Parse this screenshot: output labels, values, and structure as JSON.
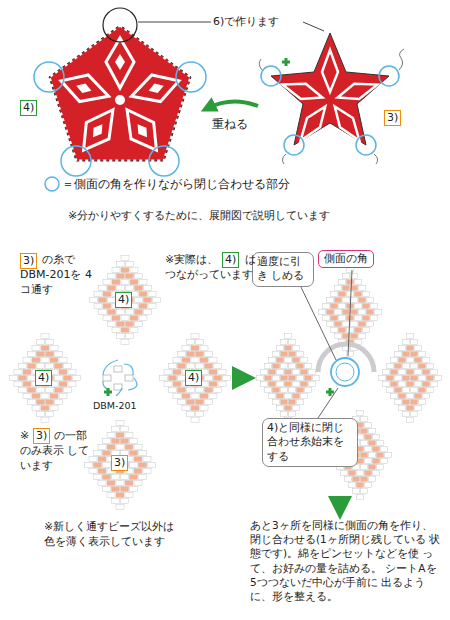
{
  "diagram": {
    "nodes": [
      {
        "text": [
          "4)"
        ]
      },
      {
        "text": [
          "3)"
        ]
      },
      {
        "text": [
          "3)"
        ]
      },
      {
        "text": [
          "4)"
        ]
      },
      {
        "text": [
          "適度に引き しめる"
        ]
      },
      {
        "text": [
          "側面の角"
        ]
      },
      {
        "text": [
          "4)"
        ]
      },
      {
        "text": [
          "4)"
        ]
      },
      {
        "text": [
          "4)"
        ]
      },
      {
        "text": [
          "3)"
        ]
      },
      {
        "text": [
          "4)と同様に閉じ 合わせ糸始末を する"
        ]
      },
      {
        "text": [
          "3)"
        ]
      }
    ],
    "labels": [
      "6)で作ります",
      "重ねる",
      "※分かりやすくするために、展開図で説明しています",
      "の糸で DBM-201を 4コ通す",
      "※実際は、",
      "は つながっています",
      "DBM-201",
      "※",
      "の一部 のみ表示 しています",
      "※新しく通すビーズ以外は 色を薄く表示しています",
      "あと3ヶ所を同様に側面の角を作り、 閉じ合わせる(1ヶ所閉じ残している 状態です)。綿をピンセットなどを使 って、お好みの量を詰める。 シートAを5つつないだ中心が手前に 出るように、形を整える。"
    ],
    "legend": [
      {
        "text": "＝側面の角を作りながら閉じ合わせる部分"
      }
    ]
  }
}
